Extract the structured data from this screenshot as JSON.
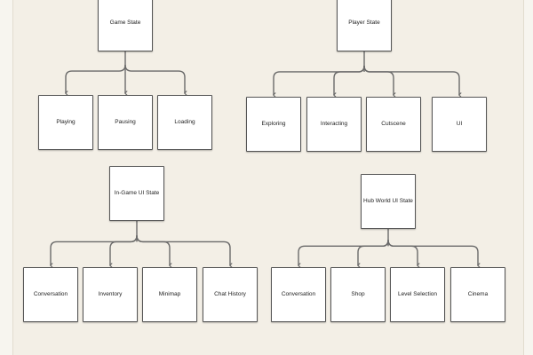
{
  "colors": {
    "background": "#f3efe6",
    "node_fill": "#ffffff",
    "node_border": "#555555",
    "connector": "#6a6a6a"
  },
  "trees": [
    {
      "root": "Game State",
      "children": [
        "Playing",
        "Pausing",
        "Loading"
      ]
    },
    {
      "root": "Player State",
      "children": [
        "Exploring",
        "Interacting",
        "Cutscene",
        "UI"
      ]
    },
    {
      "root": "In-Game UI State",
      "children": [
        "Conversation",
        "Inventory",
        "Minimap",
        "Chat History"
      ]
    },
    {
      "root": "Hub World UI State",
      "children": [
        "Conversation",
        "Shop",
        "Level Selection",
        "Cinema"
      ]
    }
  ]
}
